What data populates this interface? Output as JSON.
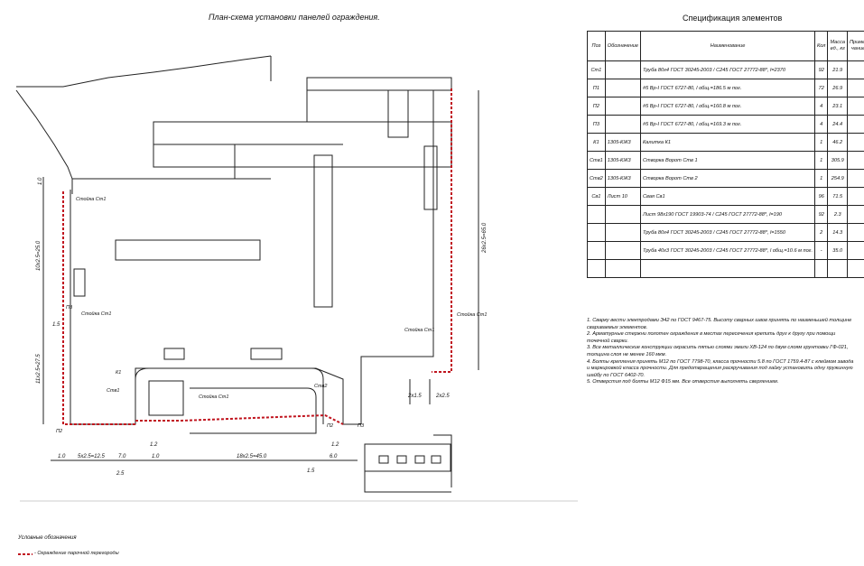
{
  "plan_title": "План-схема установки панелей ограждения.",
  "spec_title": "Спецификация элементов",
  "spec_headers": {
    "pos": "Поз",
    "designation": "Обозначение",
    "name": "Наименование",
    "qty": "Кол",
    "mass": "Масса ед., кг",
    "note": "Приме-чание"
  },
  "spec_rows": [
    {
      "pos": "Ст1",
      "designation": "",
      "name": "Труба 80х4 ГОСТ 30245-2003 / С245 ГОСТ 27772-88*, l=2370",
      "qty": "92",
      "mass": "21.9"
    },
    {
      "pos": "П1",
      "designation": "",
      "name": "#5 Вр-I ГОСТ 6727-80, l общ.=186.5 м пог.",
      "qty": "72",
      "mass": "26.9"
    },
    {
      "pos": "П2",
      "designation": "",
      "name": "#5 Вр-I ГОСТ 6727-80, l общ.=160.8 м пог.",
      "qty": "4",
      "mass": "23.1"
    },
    {
      "pos": "П3",
      "designation": "",
      "name": "#5 Вр-I ГОСТ 6727-80, l общ.=169.3 м пог.",
      "qty": "4",
      "mass": "24.4"
    },
    {
      "pos": "К1",
      "designation": "1305-КЖ3",
      "name": "Калитка К1",
      "qty": "1",
      "mass": "46.2"
    },
    {
      "pos": "Ств1",
      "designation": "1305-КЖ3",
      "name": "Створка Ворот Ств 1",
      "qty": "1",
      "mass": "305.9"
    },
    {
      "pos": "Ств2",
      "designation": "1305-КЖ3",
      "name": "Створка Ворот Ств 2",
      "qty": "1",
      "mass": "254.9"
    },
    {
      "pos": "Св1",
      "designation": "Лист 10",
      "name": "Свая Св1",
      "qty": "96",
      "mass": "71.5"
    },
    {
      "pos": "",
      "designation": "",
      "name": "Лист 98х190 ГОСТ 19903-74 / С245 ГОСТ 27772-88*, l=190",
      "qty": "92",
      "mass": "2.3"
    },
    {
      "pos": "",
      "designation": "",
      "name": "Труба 80х4 ГОСТ 30245-2003 / С245 ГОСТ 27772-88*, l=1550",
      "qty": "2",
      "mass": "14.3"
    },
    {
      "pos": "",
      "designation": "",
      "name": "Труба 40х3 ГОСТ 30245-2003 / С245 ГОСТ 27772-88*, l общ.=10.6 м пог.",
      "qty": "-",
      "mass": "35.0"
    },
    {
      "pos": "",
      "designation": "",
      "name": "",
      "qty": "",
      "mass": ""
    }
  ],
  "notes": [
    "1. Сварку вести электродами Э42 по ГОСТ 9467-75. Высоту сварных швов принять по наименьшей толщине свариваемых элементов.",
    "2. Арматурные стержни полотен ограждения в местах пересечения крепить друг к другу при помощи точечной сварки.",
    "3. Все металлические конструкции окрасить пятью слоями эмали ХВ-124 по двум слоям грунтовки ГФ-021, толщина слоя не менее 160 мкм.",
    "4. Болты крепления принять М12 по ГОСТ 7798-70, класса прочности 5.8 по ГОСТ 1759.4-87 с клеймом завода и маркировкой класса прочности. Для предотвращения раскручивания под гайку установить одну пружинную шайбу по ГОСТ 6402-70.",
    "5. Отверстия под болты М12 Ф15 мм. Все отверстия выполнять сверлением."
  ],
  "legend": {
    "title": "Условные обозначения",
    "item": "- Ограждение парочной перегороды"
  },
  "labels": {
    "stoyka": "Стойка Ст1",
    "k1": "К1",
    "stv1": "Ств1",
    "stv2": "Ств2",
    "p1": "П1",
    "p2": "П2",
    "p3": "П3"
  },
  "dims": {
    "d_1_0": "1.0",
    "d_left_top": "10х2.5=25.0",
    "d_left_bottom": "11х2.5=27.5",
    "d_right": "26х2.5=65.0",
    "d_1_5": "1.5",
    "d_5x25": "5х2.5=12.5",
    "d_7_0": "7.0",
    "d_2_5": "2.5",
    "d_1_2": "1.2",
    "d_1_0b": "1.0",
    "d_18x25": "18х2.5=45.0",
    "d_1_5b": "1.5",
    "d_6_0": "6.0",
    "d_1_2b": "1.2",
    "d_2x15": "2х1.5",
    "d_2x25": "2х2.5"
  },
  "colors": {
    "fence": "#c0141e",
    "line": "#222222"
  }
}
